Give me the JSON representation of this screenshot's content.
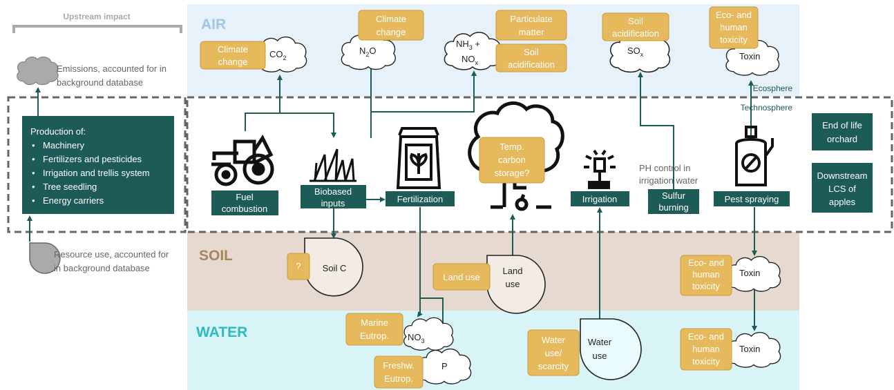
{
  "upstream": {
    "title": "Upstream impact",
    "emissions_l1": "Emissions, accounted for in",
    "emissions_l2": "background database",
    "resource_l1": "Resource use, accounted for",
    "resource_l2": "in background database",
    "production_title": "Production of:",
    "production_items": [
      "Machinery",
      "Fertilizers and pesticides",
      "Irrigation and trellis system",
      "Tree seedling",
      "Energy carriers"
    ]
  },
  "compartments": {
    "air": "AIR",
    "soil": "SOIL",
    "water": "WATER"
  },
  "boundary": {
    "ecosphere": "Ecosphere",
    "technosphere": "Technosphere"
  },
  "processes": {
    "fuel_l1": "Fuel",
    "fuel_l2": "combustion",
    "biobased_l1": "Biobased",
    "biobased_l2": "inputs",
    "fertilization": "Fertilization",
    "irrigation": "Irrigation",
    "ph_l1": "PH control in",
    "ph_l2": "irrigation water",
    "sulfur_l1": "Sulfur",
    "sulfur_l2": "burning",
    "pest": "Pest spraying"
  },
  "temp_storage": [
    "Temp.",
    "carbon",
    "storage?"
  ],
  "downstream": {
    "eol": [
      "End of life",
      "orchard"
    ],
    "lcs": [
      "Downstream",
      "LCS of",
      "apples"
    ]
  },
  "air": {
    "co2_impact": [
      "Climate",
      "change"
    ],
    "co2_label": "CO",
    "co2_sub": "2",
    "n2o_impact": [
      "Climate",
      "change"
    ],
    "n2o_label_a": "N",
    "n2o_sub": "2",
    "n2o_label_b": "O",
    "nh3_a": "NH",
    "nh3_sub": "3",
    "nh3_plus": " +",
    "nox_a": "NO",
    "nox_sub": "x",
    "pm_impact": [
      "Particulate",
      "matter"
    ],
    "soil_acid": [
      "Soil",
      "acidification"
    ],
    "sox_impact": [
      "Soil",
      "acidification"
    ],
    "sox_a": "SO",
    "sox_sub": "x",
    "tox_impact": [
      "Eco- and",
      "human",
      "toxicity"
    ],
    "tox_label": "Toxin"
  },
  "soil": {
    "q": "?",
    "soil_c": "Soil C",
    "land_use_impact": "Land use",
    "land_use_label": [
      "Land",
      "use"
    ],
    "tox_impact": [
      "Eco- and",
      "human",
      "toxicity"
    ],
    "tox_label": "Toxin"
  },
  "water": {
    "marine": [
      "Marine",
      "Eutrop."
    ],
    "no3_a": "NO",
    "no3_sub": "3",
    "freshw": [
      "Freshw.",
      "Eutrop."
    ],
    "p_label": "P",
    "water_use_impact": [
      "Water",
      "use/",
      "scarcity"
    ],
    "water_use_label": [
      "Water",
      "use"
    ],
    "tox_impact": [
      "Eco- and",
      "human",
      "toxicity"
    ],
    "tox_label": "Toxin"
  },
  "colors": {
    "air_bg": "#e6f1f9",
    "soil_bg": "#e6dad0",
    "water_bg": "#d9f4f7",
    "teal": "#1d5b56",
    "gold": "#e5b95c",
    "gold_border": "#c99b3b",
    "air_text": "#9fc6e3",
    "soil_text": "#a48561",
    "water_text": "#2eb9c3"
  }
}
